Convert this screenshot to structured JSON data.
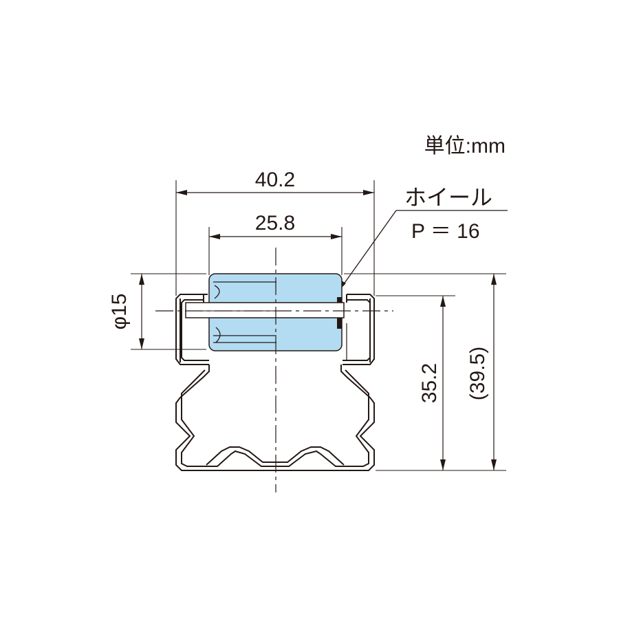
{
  "unit_label": "単位:mm",
  "callout": {
    "title": "ホイール",
    "pitch": "P ＝ 16"
  },
  "dimensions": {
    "overall_width": "40.2",
    "wheel_width": "25.8",
    "wheel_diameter": "φ15",
    "rail_height": "35.2",
    "total_height": "(39.5)"
  },
  "colors": {
    "wheel_fill": "#b3dcf2",
    "line": "#231815"
  }
}
